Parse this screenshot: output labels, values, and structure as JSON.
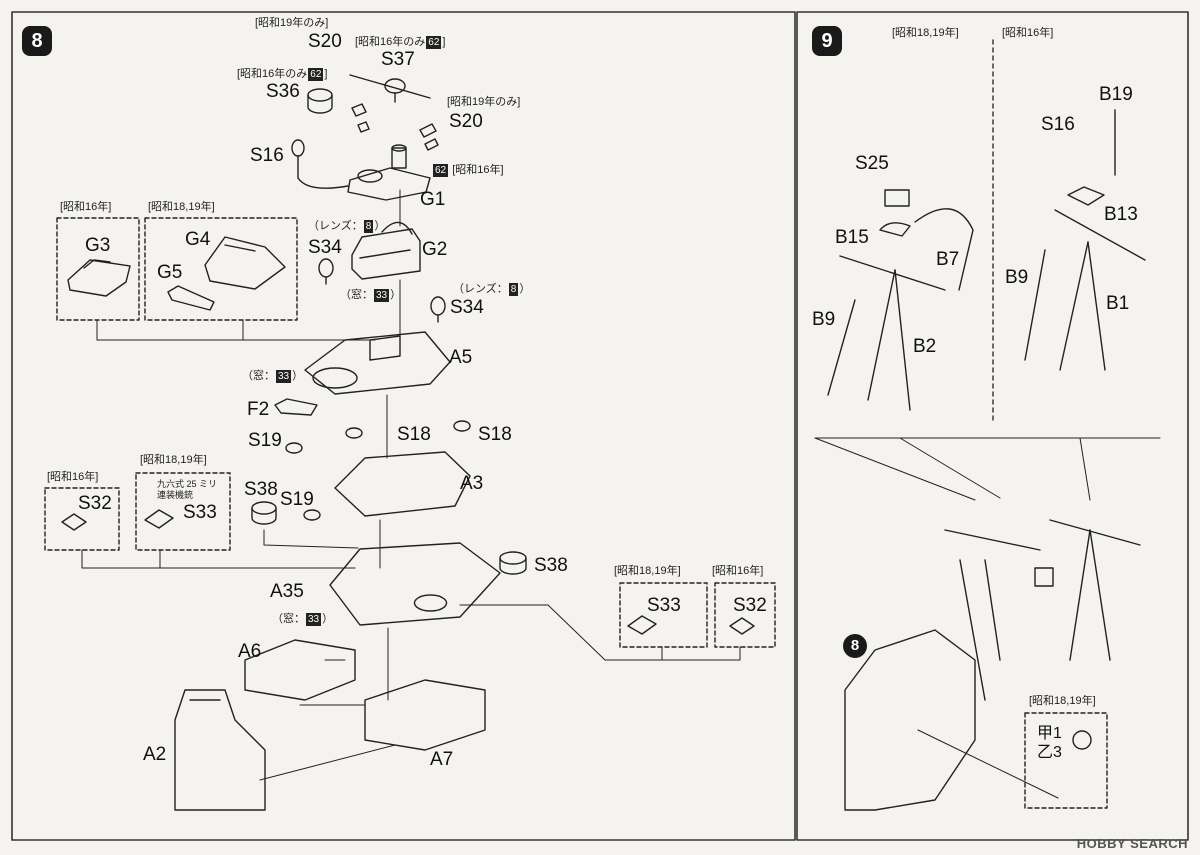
{
  "step8": {
    "number": "8",
    "parts": {
      "S20a": "S20",
      "S20a_note": "[昭和19年のみ]",
      "S37": "S37",
      "S37_note": "[昭和16年のみ",
      "S37_badge": "62",
      "S36": "S36",
      "S36_note": "[昭和16年のみ",
      "S36_badge": "62",
      "S20b": "S20",
      "S20b_note": "[昭和19年のみ]",
      "S16": "S16",
      "G1": "G1",
      "G1_badge": "62",
      "G1_note": "[昭和16年]",
      "lens1_prefix": "（レンズ：",
      "lens1_badge": "8",
      "S34a": "S34",
      "G2": "G2",
      "win1_prefix": "（窓：",
      "win1_badge": "33",
      "lens2_prefix": "（レンズ：",
      "lens2_badge": "8",
      "S34b": "S34",
      "win2_prefix": "（窓：",
      "win2_badge": "33",
      "A5": "A5",
      "F2": "F2",
      "S19a": "S19",
      "S18a": "S18",
      "S18b": "S18",
      "A3": "A3",
      "S38a": "S38",
      "S19b": "S19",
      "S38b": "S38",
      "A35": "A35",
      "win3_prefix": "（窓：",
      "win3_badge": "33",
      "A6": "A6",
      "A2": "A2",
      "A7": "A7"
    },
    "boxes": {
      "g3_year": "[昭和16年]",
      "g3_part": "G3",
      "g45_year": "[昭和18,19年]",
      "g4_part": "G4",
      "g5_part": "G5",
      "s32_year": "[昭和16年]",
      "s32_part": "S32",
      "s33_year": "[昭和18,19年]",
      "s33_part": "S33",
      "s33_note1": "九六式 25 ミリ",
      "s33_note2": "連装機銃",
      "r33_year": "[昭和18,19年]",
      "r33_part": "S33",
      "r32_year": "[昭和16年]",
      "r32_part": "S32"
    }
  },
  "step9": {
    "number": "9",
    "year_left": "[昭和18,19年]",
    "year_right": "[昭和16年]",
    "parts": {
      "S25": "S25",
      "B15": "B15",
      "B7": "B7",
      "B9a": "B9",
      "B2": "B2",
      "S16": "S16",
      "B19": "B19",
      "B13": "B13",
      "B9b": "B9",
      "B1": "B1"
    },
    "ref_step": "8",
    "box_year": "[昭和18,19年]",
    "box_line1": "甲1",
    "box_line2": "乙3"
  },
  "watermark": "HOBBY SEARCH"
}
